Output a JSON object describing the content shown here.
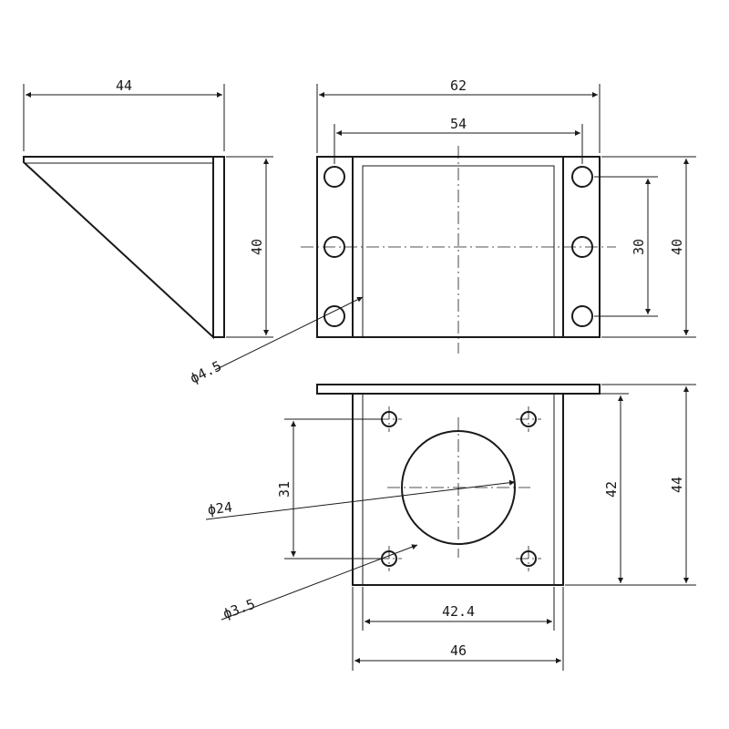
{
  "dimensions": {
    "side_width": "44",
    "side_height": "40",
    "top_width": "62",
    "top_hole_spacing": "54",
    "top_hole_pitch": "30",
    "top_height": "40",
    "top_hole_dia": "ϕ4.5",
    "front_hole_spacing_v": "31",
    "front_bore_dia": "ϕ24",
    "front_hole_dia": "ϕ3.5",
    "front_hole_spacing_h": "42.4",
    "front_width": "46",
    "front_inner_height": "42",
    "front_height": "44"
  }
}
